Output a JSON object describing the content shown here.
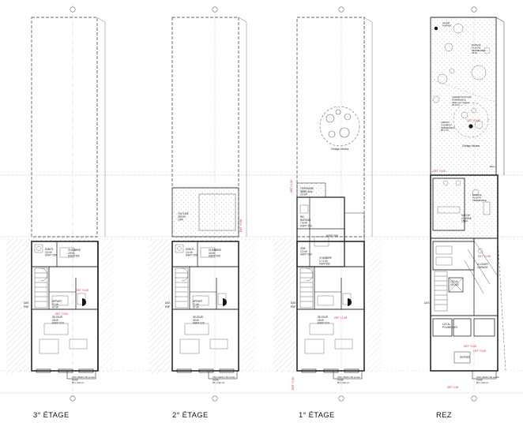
{
  "plans": [
    {
      "title": "3° ÉTAGE",
      "rooms": [
        {
          "lines": [
            "SDB/TL",
            "3,6 M²",
            "HSFP 250"
          ]
        },
        {
          "lines": [
            "CHAMBRE",
            "18 M²",
            "HSFP 250"
          ]
        },
        {
          "lines": [
            "APPART",
            "71 M²",
            "67 M²"
          ]
        },
        {
          "lines": [
            "SEJOUR",
            "28 M²",
            "HSFP 273"
          ]
        }
      ],
      "levels": [
        "DET +3,00",
        "DET +2,61"
      ],
      "side_labels": [
        "DAS",
        "ENF"
      ],
      "note": [
        "ASC Ville/km 50 entrée",
        "DANE",
        "90 x 130 cm"
      ]
    },
    {
      "title": "2° ÉTAGE",
      "rooms": [
        {
          "lines": [
            "TOITURE",
            "VERTE",
            "10M²"
          ]
        },
        {
          "lines": [
            "SDB/TL",
            "3,6 M²",
            "HSFP 250"
          ]
        },
        {
          "lines": [
            "CHAMBRE",
            "18 M²",
            "HSFP 250"
          ]
        },
        {
          "lines": [
            "APPART",
            "71 M²",
            "67 M²"
          ]
        },
        {
          "lines": [
            "SEJOUR",
            "28 M²",
            "HSFP 273"
          ]
        }
      ],
      "levels": [
        "DET +5,68"
      ],
      "side_labels": [
        "DAS",
        "ENF"
      ],
      "note": [
        "ASC Ville/km 50 entrée",
        "DANE",
        "90 x 130 cm"
      ]
    },
    {
      "title": "1° ÉTAGE",
      "tree_label": "Ginkgo biloba",
      "rooms": [
        {
          "lines": [
            "TERRASSE",
            "BBBB AAA",
            "3,9 M²"
          ]
        },
        {
          "lines": [
            "WC",
            "BUREAU",
            "7,8 M²",
            "HSFP 250"
          ]
        },
        {
          "lines": [
            "HSFP 285"
          ]
        },
        {
          "lines": [
            "SDB",
            "3,3 M²",
            "HSFP 250"
          ]
        },
        {
          "lines": [
            "CHAMBRE",
            "17,4 M²",
            "HSFP250"
          ]
        },
        {
          "lines": [
            "SEJOUR",
            "28 M²",
            "HSFP 273"
          ]
        }
      ],
      "levels": [
        "DET +1,80",
        "DET +1,89",
        "DET +1,80"
      ],
      "side_labels": [
        "DAS",
        "ENF"
      ],
      "note": [
        "ASC Ville/km 50 entrée",
        "DANE",
        "90 x 130 cm"
      ]
    },
    {
      "title": "REZ",
      "tree_label": "Ginkgo biloba",
      "garden_labels": [
        {
          "lines": [
            "ALLEE",
            "PIERRE"
          ]
        },
        {
          "lines": [
            "ESPACE",
            "PLANTE",
            "PERMEABLE",
            "40 M²"
          ]
        },
        {
          "lines": [
            "CHEMIN D'ACCES",
            "PERMEABLE",
            "dalles sur herbes",
            "36,8 M²"
          ]
        },
        {
          "lines": [
            "JARDIN",
            "COMMUN",
            "PERMEABLE",
            "86,7 M²"
          ]
        },
        {
          "lines": [
            "Banc"
          ]
        },
        {
          "lines": [
            "ESPACE",
            "PLANTE",
            "PERMEABLE"
          ]
        }
      ],
      "rooms": [
        {
          "lines": [
            "SALON",
            "CUISINE",
            "15 M²"
          ]
        },
        {
          "lines": [
            "A LOUER",
            "GARAGE"
          ]
        },
        {
          "lines": [
            "LOCAL",
            "VELOS"
          ]
        },
        {
          "lines": [
            "LOCAL",
            "POUBELLES"
          ]
        },
        {
          "lines": [
            "ENTRÉE"
          ]
        }
      ],
      "levels": [
        "DET +0,00",
        "DET +0,00",
        "DET +0,30",
        "DET +0,02",
        "DET +0,00",
        "DET 0,00"
      ],
      "side_labels": [
        "DAS"
      ],
      "note": [
        "ASC Ville/km 50 entrée",
        "DANE",
        "90 x 130 cm"
      ]
    }
  ],
  "colors": {
    "wall": "#2a2a2a",
    "thin": "#777777",
    "red": "#d42a2a",
    "hatch": "#9a9a9a",
    "grid": "#b5b5b5"
  }
}
